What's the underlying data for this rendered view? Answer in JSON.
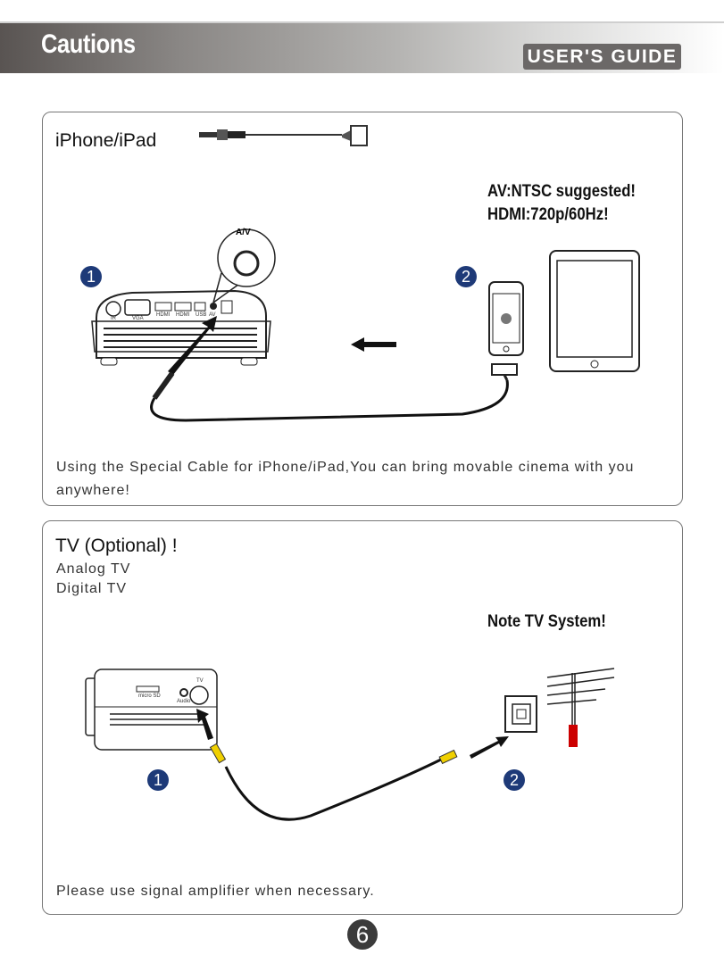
{
  "header": {
    "title": "Cautions",
    "badge": "USER'S GUIDE"
  },
  "section1": {
    "title": "iPhone/iPad",
    "note_lines": [
      "AV:NTSC suggested!",
      "HDMI:720p/60Hz!"
    ],
    "step1": "1",
    "step2": "2",
    "port_callout": "A/V",
    "port_labels": [
      "IR",
      "VGA",
      "HDMI",
      "HDMI",
      "USB",
      "AV"
    ],
    "description": "Using the Special Cable for iPhone/iPad,You can bring movable cinema with you anywhere!"
  },
  "section2": {
    "title": "TV (Optional) !",
    "lines": [
      "Analog TV",
      "Digital TV"
    ],
    "note": "Note TV System!",
    "step1": "1",
    "step2": "2",
    "port_labels": [
      "micro SD",
      "Audio",
      "TV"
    ],
    "description": "Please use signal amplifier when necessary."
  },
  "footer": {
    "page_number": "6"
  }
}
